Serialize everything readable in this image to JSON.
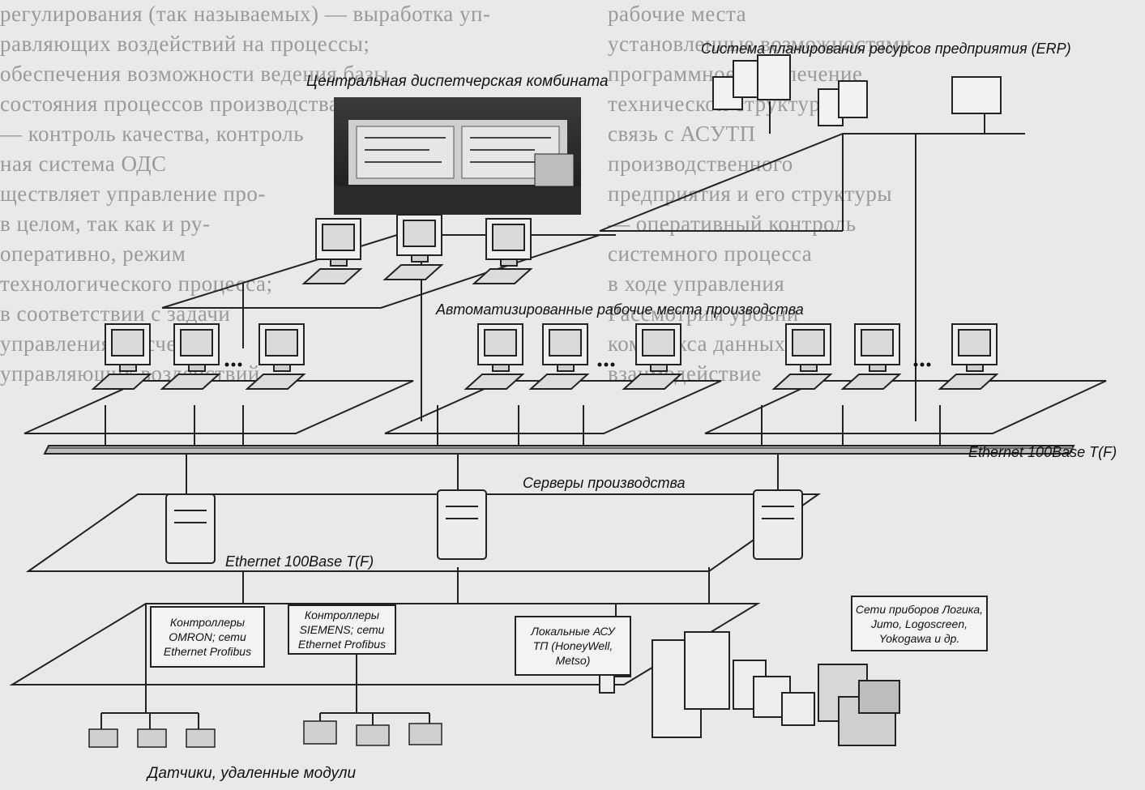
{
  "labels": {
    "erp": "Система планирования ресурсов предприятия (ERP)",
    "dispatch": "Центральная диспетчерская комбината",
    "workstations": "Автоматизированные рабочие места производства",
    "ethernet_top": "Ethernet 100Base T(F)",
    "servers": "Серверы производства",
    "ethernet_mid": "Ethernet 100Base T(F)",
    "sensors": "Датчики, удаленные модули"
  },
  "boxes": {
    "omron": [
      "Контроллеры",
      "OMRON; сети",
      "Ethernet Profibus"
    ],
    "siemens": [
      "Контроллеры",
      "SIEMENS; сети",
      "Ethernet Profibus"
    ],
    "local": [
      "Локальные АСУ",
      "ТП (HoneyWell,",
      "Metso)"
    ],
    "devices": [
      "Сети приборов Логика,",
      "Jumo, Logoscreen,",
      "Yokogawa и др."
    ]
  },
  "background_text": [
    "регулирования (так называемых) — выработка уп-",
    "равляющих воздействий на процессы;",
    "обеспечения возможности ведения базы",
    "состояния процессов производства;",
    "— контроль качества, контроль",
    "ная система ОДС",
    "ществляет управление про-",
    "в целом, так как и ру-",
    "оперативно, режим",
    "технологического процесса;",
    "в соответствии с задачи",
    "управления; расчет",
    "управляющих воздействий",
    "рабочие места",
    "установленные возможностями",
    "программное обеспечение",
    "технической структуры",
    "связь с АСУТП",
    "производственного",
    "предприятия и его структуры",
    "— оперативный контроль",
    "системного процесса",
    "в ходе управления",
    "Рассмотрим уровни",
    "комплекса данных",
    "взаимодействие"
  ]
}
